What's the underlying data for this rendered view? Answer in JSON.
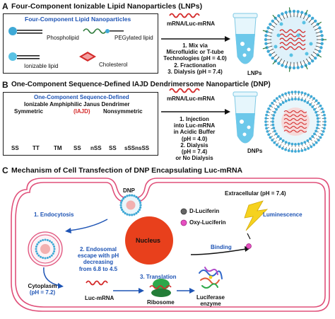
{
  "panel_a": {
    "letter": "A",
    "title": "Four-Component Ionizable Lipid Nanoparticles (LNPs)",
    "box_title": "Four-Component Lipid Nanoparticles",
    "phospholipid": "Phospholipid",
    "pegylated": "PEGylated lipid",
    "ionizable": "Ionizable lipid",
    "cholesterol": "Cholesterol",
    "mrna": "mRNA/Luc-mRNA",
    "steps": [
      "1. Mix via",
      "Microfluidic or T-tube",
      "Technologies (pH = 4.0)",
      "2. Fractionation",
      "3. Dialysis (pH = 7.4)"
    ],
    "product": "LNPs"
  },
  "panel_b": {
    "letter": "B",
    "title": "One-Component Sequence-Defined IAJD Dendrimersome Nanoparticle (DNP)",
    "box_title": "One-Component Sequence-Defined",
    "box_subtitle": "Ionizable Amphiphilic Janus Dendrimer",
    "iajd": "(IAJD)",
    "symmetric": "Symmetric",
    "nonsymmetric": "Nonsymmetric",
    "labels": [
      "SS",
      "TT",
      "TM",
      "SS",
      "nSS",
      "SS",
      "sSSnsSS"
    ],
    "mrna": "mRNA/Luc-mRNA",
    "steps": [
      "1. Injection",
      "into Luc-mRNA",
      "in Acidic Buffer",
      "(pH = 4.0)",
      "2. Dialysis",
      "(pH = 7.4)",
      "or No Dialysis"
    ],
    "product": "DNPs"
  },
  "panel_c": {
    "letter": "C",
    "title": "Mechanism of Cell Transfection of DNP Encapsulating Luc-mRNA",
    "dnp": "DNP",
    "endocytosis": "1. Endocytosis",
    "escape": [
      "2. Endosomal",
      "escape with pH",
      "decreasing",
      "from 6.8 to 4.5"
    ],
    "nucleus": "Nucleus",
    "cytoplasm": [
      "Cytoplasm",
      "(pH = 7.2)"
    ],
    "luc_mrna": "Luc-mRNA",
    "translation": "3. Translation",
    "ribosome": "Ribosome",
    "luciferase": [
      "Luciferase",
      "enzyme"
    ],
    "extracellular": "Extracellular (pH = 7.4)",
    "d_luciferin": "D-Luciferin",
    "oxy_luciferin": "Oxy-Luciferin",
    "luminescence": "Luminescence",
    "binding": "Binding"
  },
  "colors": {
    "blue_text": "#1f55b5",
    "red": "#d42a2a",
    "cell_membrane": "#e0507a",
    "nucleus": "#e8401c",
    "lipid_head": "#3fa9d6",
    "tube": "#6cc8ea",
    "green_ribosome": "#2ea84a",
    "yellow": "#f6d21e"
  }
}
